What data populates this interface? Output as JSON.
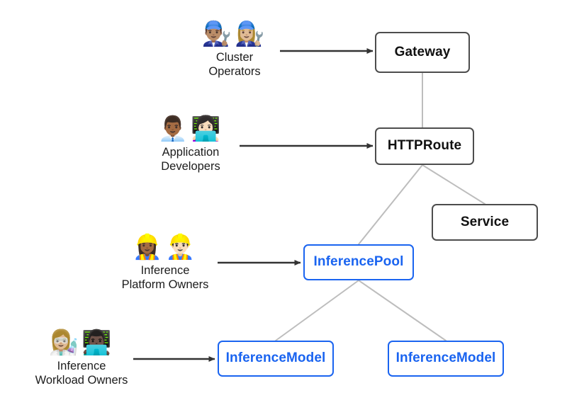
{
  "diagram": {
    "type": "flow-diagram",
    "title": "Gateway API Inference Extension personas and resources",
    "background_color": "#ffffff",
    "colors": {
      "standard_border": "#4d4d4d",
      "standard_text": "#111111",
      "highlight_border": "#1a64f0",
      "highlight_text": "#1a64f0",
      "connector_line": "#bdbdbd",
      "arrow": "#333333"
    },
    "personas": [
      {
        "id": "cluster-operators",
        "caption": "Cluster\nOperators",
        "emoji": "👨🏽‍🔧👩🏼‍🔧",
        "emoji_names": [
          "man-mechanic-icon",
          "woman-mechanic-icon"
        ],
        "targets": "Gateway"
      },
      {
        "id": "application-developers",
        "caption": "Application\nDevelopers",
        "emoji": "👨🏾‍💼👩🏻‍💻",
        "emoji_names": [
          "man-office-worker-icon",
          "woman-technologist-icon"
        ],
        "targets": "HTTPRoute"
      },
      {
        "id": "inference-platform-owners",
        "caption": "Inference\nPlatform Owners",
        "emoji": "👷🏾‍♀️👷🏻‍♂️",
        "emoji_names": [
          "woman-construction-worker-icon",
          "man-construction-worker-icon"
        ],
        "targets": "InferencePool"
      },
      {
        "id": "inference-workload-owners",
        "caption": "Inference\nWorkload Owners",
        "emoji": "👩🏼‍🔬👨🏿‍💻",
        "emoji_names": [
          "woman-scientist-icon",
          "man-technologist-icon"
        ],
        "targets": "InferenceModel"
      }
    ],
    "nodes": [
      {
        "id": "gateway",
        "label": "Gateway",
        "style": "standard"
      },
      {
        "id": "httproute",
        "label": "HTTPRoute",
        "style": "standard"
      },
      {
        "id": "service",
        "label": "Service",
        "style": "standard"
      },
      {
        "id": "inferencepool",
        "label": "InferencePool",
        "style": "highlight"
      },
      {
        "id": "inferencemodel1",
        "label": "InferenceModel",
        "style": "highlight"
      },
      {
        "id": "inferencemodel2",
        "label": "InferenceModel",
        "style": "highlight"
      }
    ],
    "edges": [
      {
        "from": "gateway",
        "to": "httproute",
        "kind": "link"
      },
      {
        "from": "httproute",
        "to": "inferencepool",
        "kind": "link"
      },
      {
        "from": "httproute",
        "to": "service",
        "kind": "link"
      },
      {
        "from": "inferencepool",
        "to": "inferencemodel1",
        "kind": "link"
      },
      {
        "from": "inferencepool",
        "to": "inferencemodel2",
        "kind": "link"
      },
      {
        "from": "cluster-operators",
        "to": "gateway",
        "kind": "arrow"
      },
      {
        "from": "application-developers",
        "to": "httproute",
        "kind": "arrow"
      },
      {
        "from": "inference-platform-owners",
        "to": "inferencepool",
        "kind": "arrow"
      },
      {
        "from": "inference-workload-owners",
        "to": "inferencemodel1",
        "kind": "arrow"
      }
    ]
  }
}
